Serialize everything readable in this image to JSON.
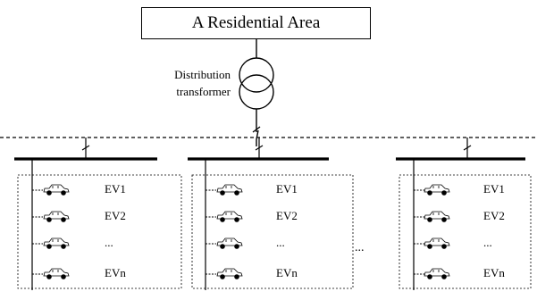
{
  "title": "A Residential Area",
  "transformer": {
    "line1": "Distribution",
    "line2": "transformer"
  },
  "groups": [
    {
      "evs": [
        "EV1",
        "EV2",
        "...",
        "EVn"
      ]
    },
    {
      "evs": [
        "EV1",
        "EV2",
        "...",
        "EVn"
      ]
    },
    {
      "evs": [
        "EV1",
        "EV2",
        "...",
        "EVn"
      ]
    }
  ],
  "between_ellipsis": "...",
  "icons": {
    "car": "car-icon",
    "transformer": "transformer-icon",
    "breaker": "breaker-icon"
  }
}
